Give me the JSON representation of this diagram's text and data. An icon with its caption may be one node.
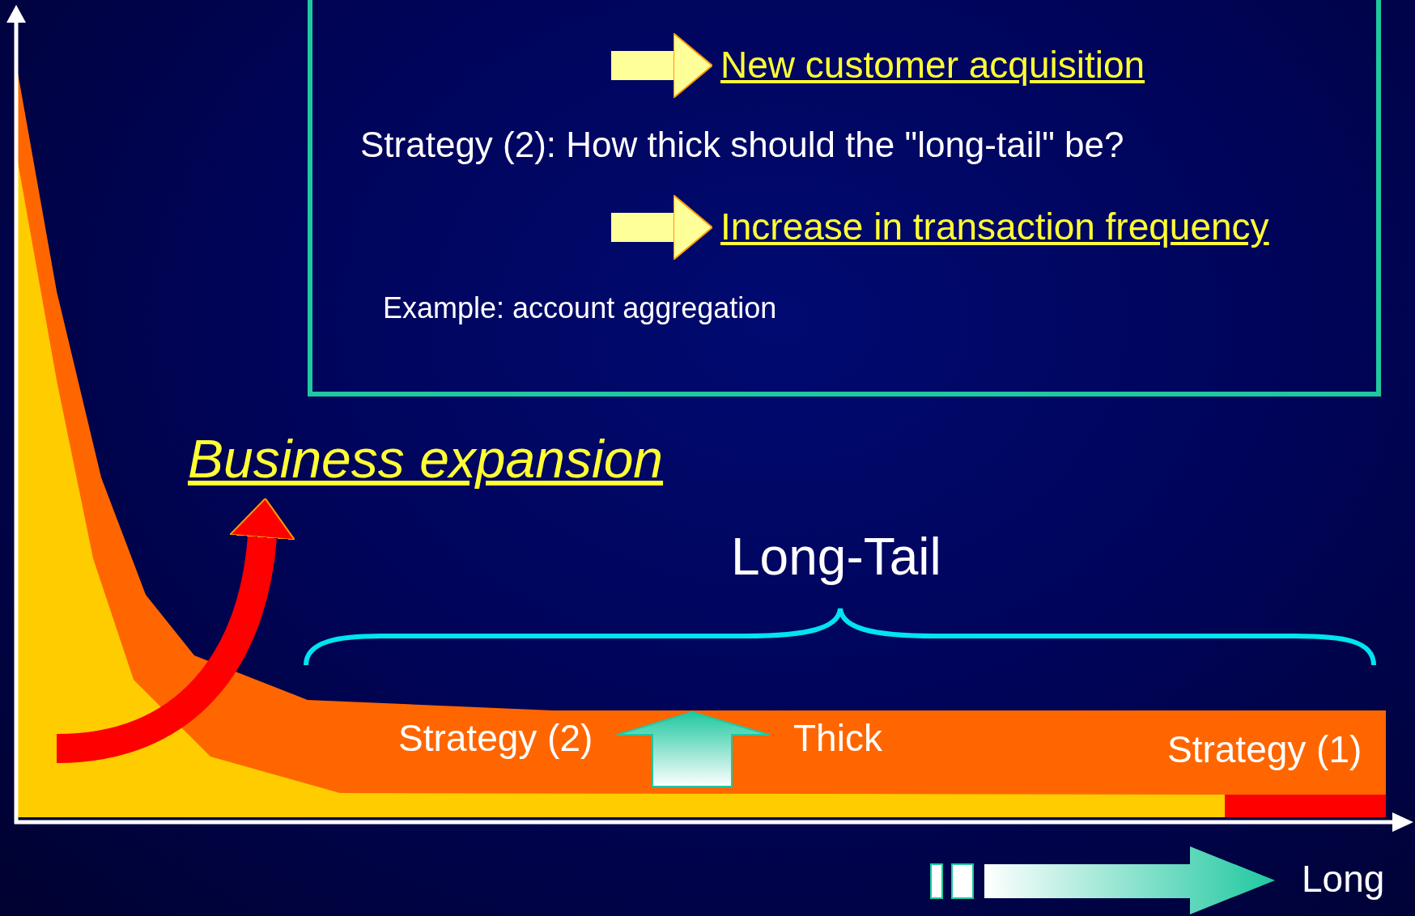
{
  "diagram": {
    "nodes": [
      {
        "text": [],
        "shape": "box"
      },
      {
        "text": [
          "New customer acquisition"
        ],
        "in": 0
      },
      {
        "text": [
          "Strategy (2): How thick should the \"long-tail\" be?"
        ],
        "in": 0
      },
      {
        "text": [
          "Increase in transaction frequency"
        ],
        "in": 0
      },
      {
        "text": [
          "Example: account aggregation"
        ],
        "in": 0
      },
      {
        "text": [
          "Business expansion"
        ]
      }
    ],
    "edges": [
      {
        "from": null,
        "to": 1,
        "arrow": "to"
      },
      {
        "from": null,
        "to": 3,
        "arrow": "to"
      },
      {
        "from": null,
        "to": 5,
        "arrow": "to",
        "color": "#ff0000"
      }
    ],
    "labels": [
      "Long-Tail",
      "Strategy (2)",
      "Thick",
      "Strategy (1)",
      "Long"
    ]
  }
}
